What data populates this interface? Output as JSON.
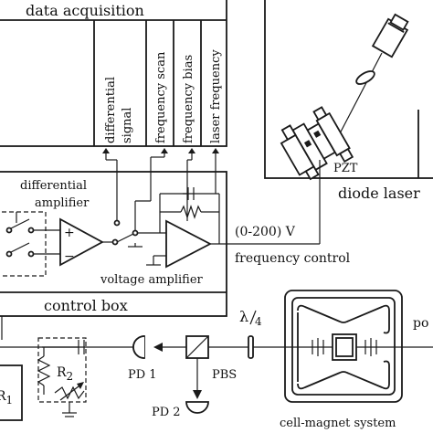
{
  "daq": {
    "title": "data acquisition",
    "channels": [
      "differential signal",
      "frequency scan",
      "frequency bias",
      "laser frequency"
    ]
  },
  "laser": {
    "pzt": "PZT",
    "title": "diode laser"
  },
  "control": {
    "differential_amplifier": "differential amplifier",
    "plus": "+",
    "minus": "−",
    "voltage_amplifier": "voltage amplifier",
    "range": "(0-200) V",
    "frequency_control": "frequency control",
    "title": "control box"
  },
  "optics": {
    "lambda": "λ",
    "quarter": "4",
    "pd1": "PD 1",
    "pd2": "PD 2",
    "pbs": "PBS",
    "r1": "R",
    "r1_sub": "1",
    "r2": "R",
    "r2_sub": "2",
    "cell": "cell-magnet system",
    "pol_fragment": "po"
  }
}
